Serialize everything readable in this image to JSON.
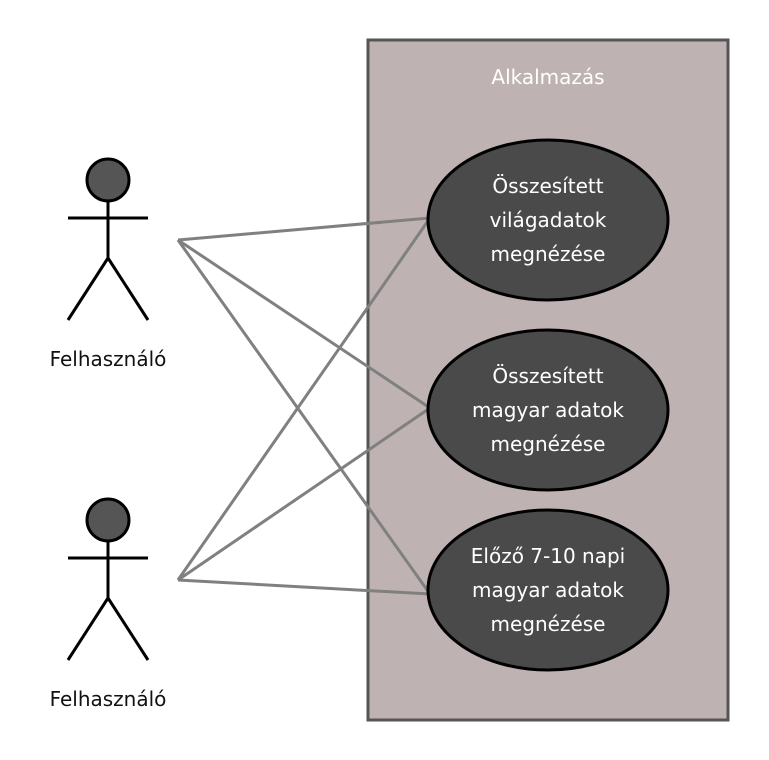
{
  "system": {
    "title": "Alkalmazás"
  },
  "actors": [
    {
      "id": "actor-1",
      "label": "Felhasználó"
    },
    {
      "id": "actor-2",
      "label": "Felhasználó"
    }
  ],
  "use_cases": [
    {
      "id": "uc-1",
      "lines": [
        "Összesített",
        "világadatok",
        "megnézése"
      ]
    },
    {
      "id": "uc-2",
      "lines": [
        "Összesített",
        "magyar adatok",
        "megnézése"
      ]
    },
    {
      "id": "uc-3",
      "lines": [
        "Előző 7-10 napi",
        "magyar adatok",
        "megnézése"
      ]
    }
  ],
  "associations": [
    {
      "actor": "actor-1",
      "use_case": "uc-1"
    },
    {
      "actor": "actor-1",
      "use_case": "uc-2"
    },
    {
      "actor": "actor-1",
      "use_case": "uc-3"
    },
    {
      "actor": "actor-2",
      "use_case": "uc-1"
    },
    {
      "actor": "actor-2",
      "use_case": "uc-2"
    },
    {
      "actor": "actor-2",
      "use_case": "uc-3"
    }
  ],
  "colors": {
    "system_fill": "#bfb2b2",
    "system_stroke": "#555555",
    "use_case_fill": "#4a4a4a",
    "use_case_stroke": "#000000",
    "use_case_text": "#ffffff",
    "actor_head_fill": "#555555",
    "actor_stroke": "#000000",
    "association_line": "#808080"
  }
}
